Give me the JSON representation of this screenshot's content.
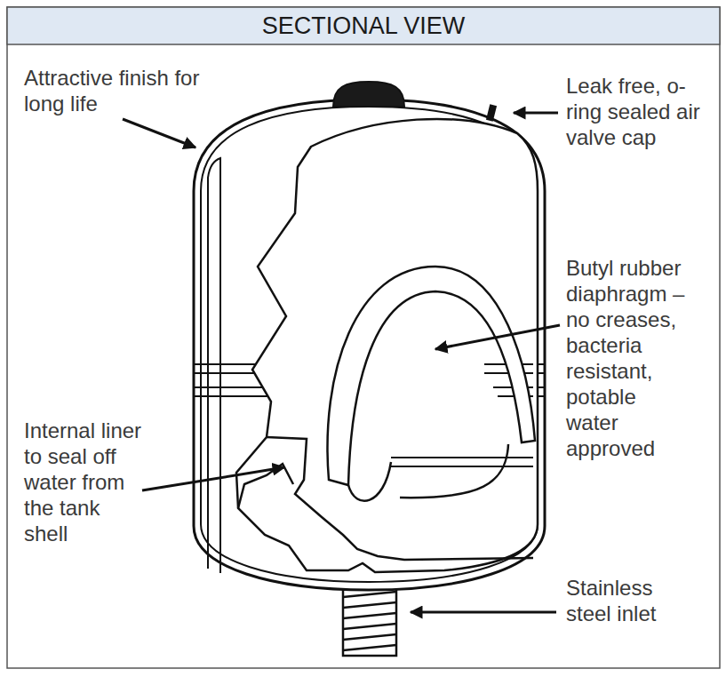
{
  "diagram": {
    "title": "SECTIONAL VIEW",
    "labels": [
      "Attractive finish for long life",
      "Leak free, o-ring sealed air valve cap",
      "Butyl rubber diaphragm – no creases, bacteria resistant, potable water approved",
      "Internal liner to seal off water from the tank shell",
      "Stainless steel inlet"
    ]
  }
}
